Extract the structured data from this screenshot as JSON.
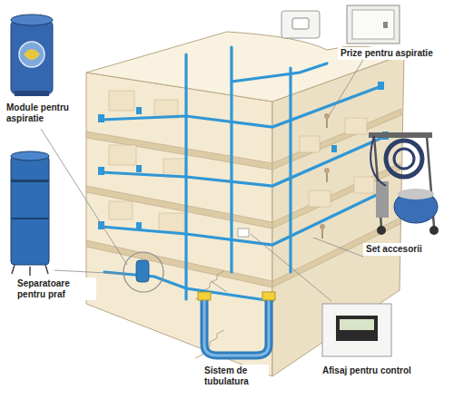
{
  "diagram": {
    "labels": [
      "Prize pentru aspiratie",
      "Module pentru aspiratie",
      "Set accesorii",
      "Separatoare pentru praf",
      "Afisaj pentru control",
      "Sistem de tubulatura"
    ]
  }
}
